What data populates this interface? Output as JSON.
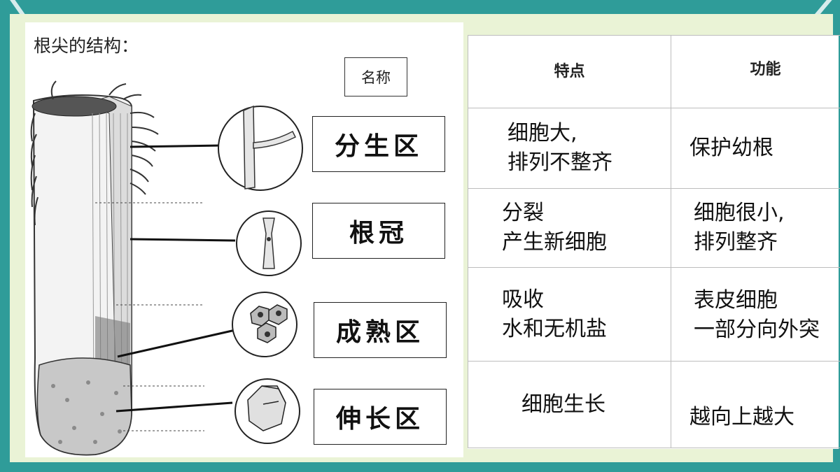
{
  "diagram": {
    "heading": "根尖的结构：",
    "name_header": "名称",
    "labels": [
      "分生区",
      "根冠",
      "成熟区",
      "伸长区"
    ]
  },
  "table": {
    "headers": [
      "特点",
      "功能"
    ],
    "rows": [
      {
        "feature": [
          "细胞大,",
          "排列不整齐"
        ],
        "function": [
          "保护幼根"
        ]
      },
      {
        "feature": [
          "分裂",
          "产生新细胞"
        ],
        "function": [
          "细胞很小,",
          "排列整齐"
        ]
      },
      {
        "feature": [
          "吸收",
          "水和无机盐"
        ],
        "function": [
          "表皮细胞",
          "一部分向外突"
        ]
      },
      {
        "feature": [
          "细胞生长"
        ],
        "function": [
          "越向上越大"
        ]
      }
    ]
  },
  "colors": {
    "frame": "#2f9c99",
    "background": "#eaf3d6"
  }
}
